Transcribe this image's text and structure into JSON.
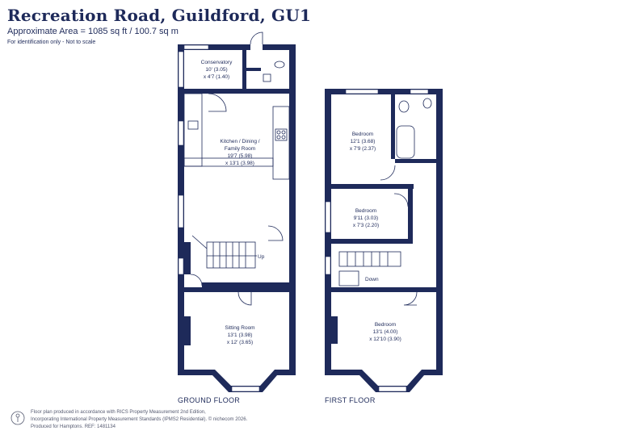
{
  "title": "Recreation Road, Guildford, GU1",
  "area": "Approximate Area = 1085 sq ft / 100.7 sq m",
  "note": "For identification only - Not to scale",
  "floors": {
    "ground": "GROUND FLOOR",
    "first": "FIRST FLOOR"
  },
  "rooms": {
    "conservatory": {
      "name": "Conservatory",
      "dim1": "10' (3.05)",
      "dim2": "x 4'7 (1.40)"
    },
    "kitchen": {
      "name1": "Kitchen / Dining /",
      "name2": "Family Room",
      "dim1": "19'7 (5.98)",
      "dim2": "x 13'1 (3.98)"
    },
    "sitting": {
      "name": "Sitting Room",
      "dim1": "13'1 (3.98)",
      "dim2": "x 12' (3.65)"
    },
    "bedroom1": {
      "name": "Bedroom",
      "dim1": "12'1 (3.68)",
      "dim2": "x 7'9 (2.37)"
    },
    "bedroom2": {
      "name": "Bedroom",
      "dim1": "9'11 (3.03)",
      "dim2": "x 7'3 (2.20)"
    },
    "bedroom3": {
      "name": "Bedroom",
      "dim1": "13'1 (4.00)",
      "dim2": "x 12'10 (3.90)"
    }
  },
  "stairs": {
    "up": "Up",
    "down": "Down"
  },
  "footer": {
    "line1": "Floor plan produced in accordance with RICS Property Measurement 2nd Edition,",
    "line2": "Incorporating International Property Measurement Standards (IPMS2 Residential).  © nichecom 2026.",
    "line3": "Produced for Hamptons.   REF: 1481134"
  },
  "colors": {
    "wall": "#1e2a5a",
    "text": "#1e2a5a"
  }
}
